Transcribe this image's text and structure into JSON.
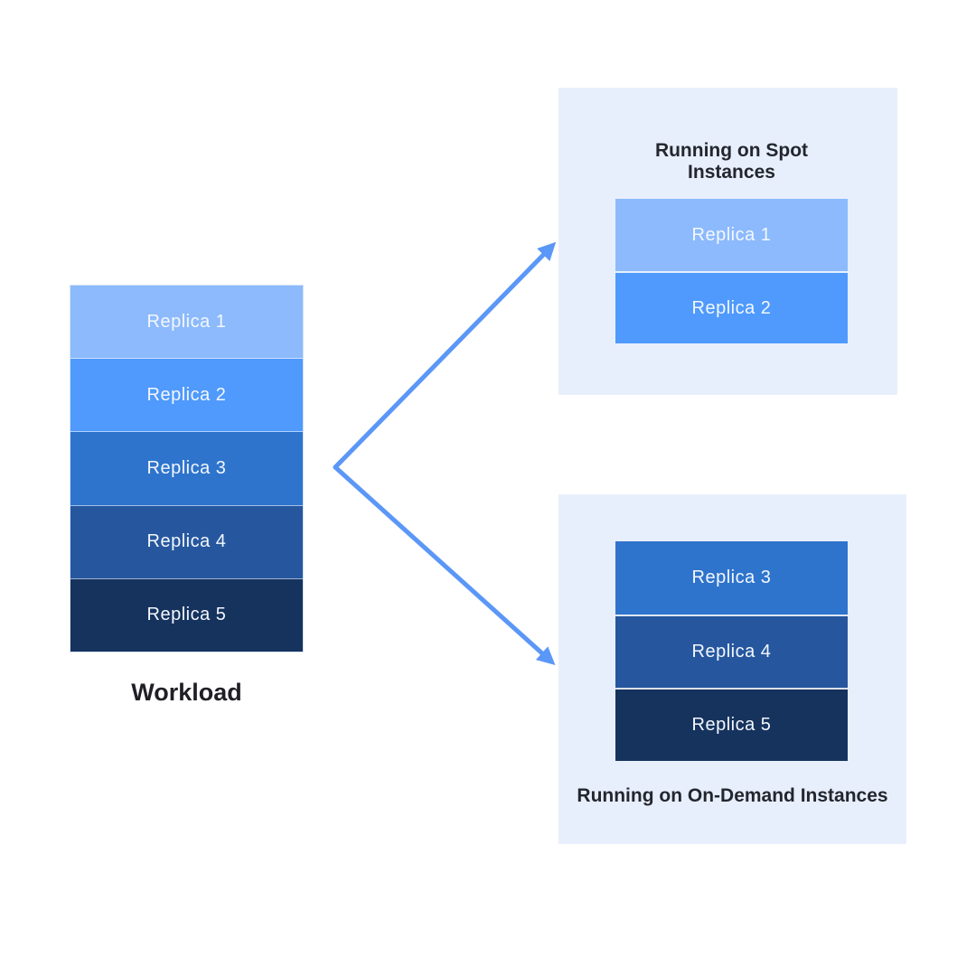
{
  "workload": {
    "label": "Workload"
  },
  "replicas": [
    {
      "label": "Replica 1",
      "color": "#8cbafc"
    },
    {
      "label": "Replica 2",
      "color": "#4f9afc"
    },
    {
      "label": "Replica 3",
      "color": "#2e74cc"
    },
    {
      "label": "Replica 4",
      "color": "#26579e"
    },
    {
      "label": "Replica 5",
      "color": "#16335e"
    }
  ],
  "stacks": {
    "workload": [
      0,
      1,
      2,
      3,
      4
    ],
    "spot": [
      0,
      1
    ],
    "ondemand": [
      2,
      3,
      4
    ]
  },
  "panels": {
    "spot": {
      "title": "Running on Spot Instances"
    },
    "ondemand": {
      "title": "Running on On-Demand Instances"
    }
  },
  "colors": {
    "panel_background": "#e8effc",
    "arrow": "#5b97f7",
    "title_text": "#23262e",
    "replica_text": "#f3f7fe",
    "workload_text": "#211f26"
  }
}
